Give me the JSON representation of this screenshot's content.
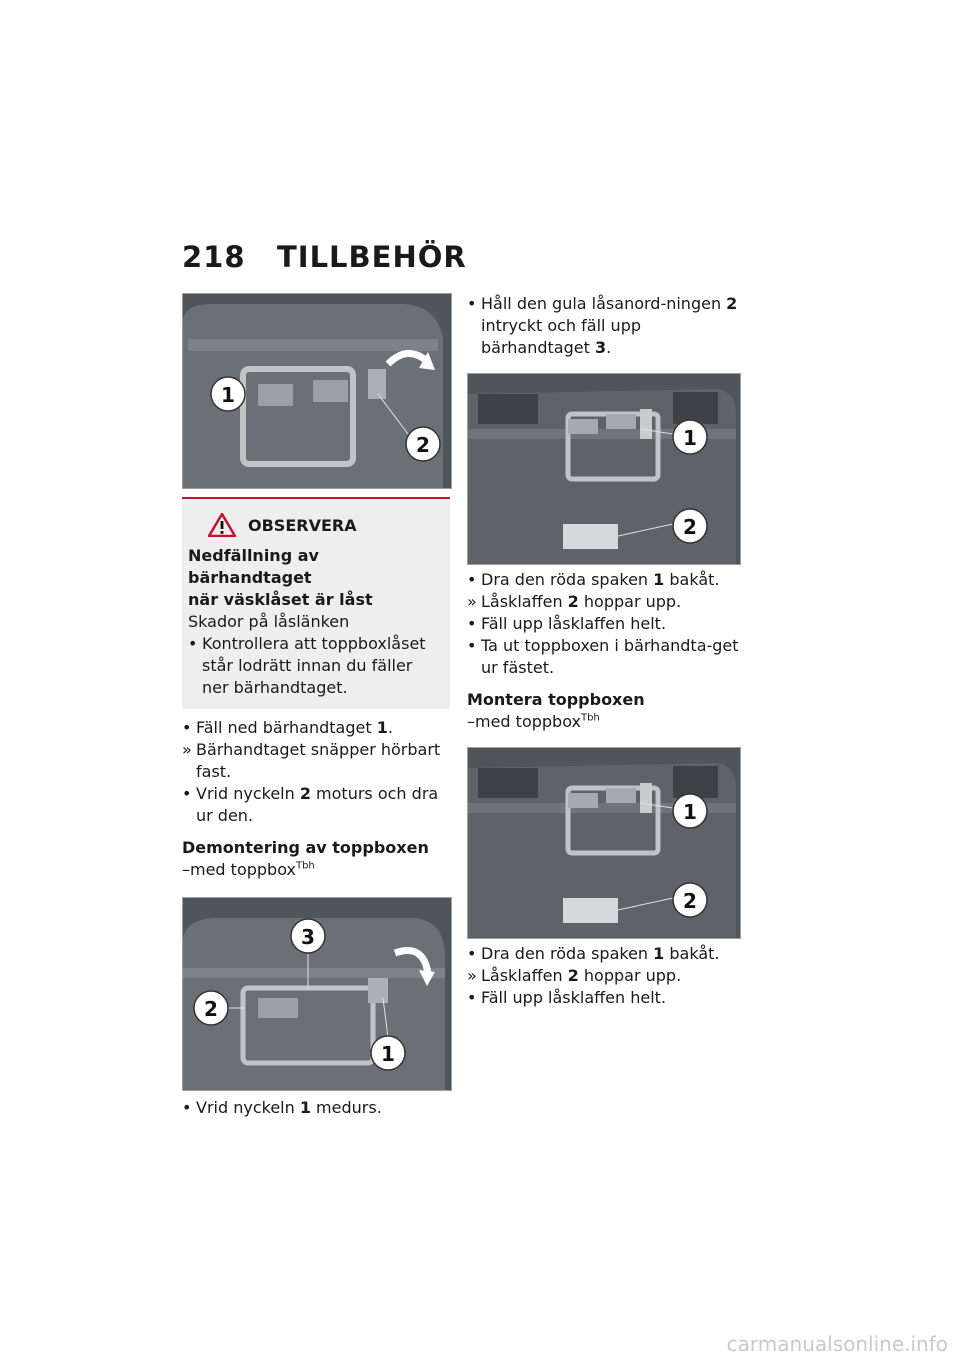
{
  "header": {
    "page_number": "218",
    "title": "TILLBEHÖR"
  },
  "left": {
    "figure1": {
      "callouts": [
        "1",
        "2"
      ]
    },
    "notice": {
      "label": "OBSERVERA",
      "title_line1": "Nedfällning av bärhandtaget",
      "title_line2": "när väsklåset är låst",
      "subtitle": "Skador på låslänken",
      "bullet": "Kontrollera att toppboxlåset står lodrätt innan du fäller ner bärhandtaget."
    },
    "steps1": [
      {
        "marker": "•",
        "text": "Fäll ned bärhandtaget ",
        "ref": "1",
        "tail": "."
      },
      {
        "marker": "»",
        "text": "Bärhandtaget snäpper hörbart fast.",
        "ref": "",
        "tail": ""
      },
      {
        "marker": "•",
        "text": "Vrid nyckeln ",
        "ref": "2",
        "tail": " moturs och dra ur den."
      }
    ],
    "section_title": "Demontering av toppboxen",
    "section_sub": "–med toppbox",
    "section_sup": "Tbh",
    "figure2": {
      "callouts": [
        "3",
        "2",
        "1"
      ]
    },
    "steps2": [
      {
        "marker": "•",
        "text": "Vrid nyckeln ",
        "ref": "1",
        "tail": " medurs."
      }
    ]
  },
  "right": {
    "steps0": [
      {
        "marker": "•",
        "text": "Håll den gula låsanord-ningen ",
        "ref": "2",
        "tail": " intryckt och fäll upp bärhandtaget ",
        "ref2": "3",
        "tail2": "."
      }
    ],
    "figure3": {
      "callouts": [
        "1",
        "2"
      ]
    },
    "steps1": [
      {
        "marker": "•",
        "text": "Dra den röda spaken ",
        "ref": "1",
        "tail": " bakåt."
      },
      {
        "marker": "»",
        "text": "Låsklaffen ",
        "ref": "2",
        "tail": " hoppar upp."
      },
      {
        "marker": "•",
        "text": "Fäll upp låsklaffen helt.",
        "ref": "",
        "tail": ""
      },
      {
        "marker": "•",
        "text": "Ta ut toppboxen i bärhandta-get ur fästet.",
        "ref": "",
        "tail": ""
      }
    ],
    "section_title": "Montera toppboxen",
    "section_sub": "–med toppbox",
    "section_sup": "Tbh",
    "figure4": {
      "callouts": [
        "1",
        "2"
      ]
    },
    "steps2": [
      {
        "marker": "•",
        "text": "Dra den röda spaken ",
        "ref": "1",
        "tail": " bakåt."
      },
      {
        "marker": "»",
        "text": "Låsklaffen ",
        "ref": "2",
        "tail": " hoppar upp."
      },
      {
        "marker": "•",
        "text": "Fäll upp låsklaffen helt.",
        "ref": "",
        "tail": ""
      }
    ]
  },
  "footer": {
    "watermark": "carmanualsonline.info"
  },
  "colors": {
    "accent": "#c8102e",
    "photo_bg": "#4e5358",
    "notice_bg": "#eeeeee"
  }
}
